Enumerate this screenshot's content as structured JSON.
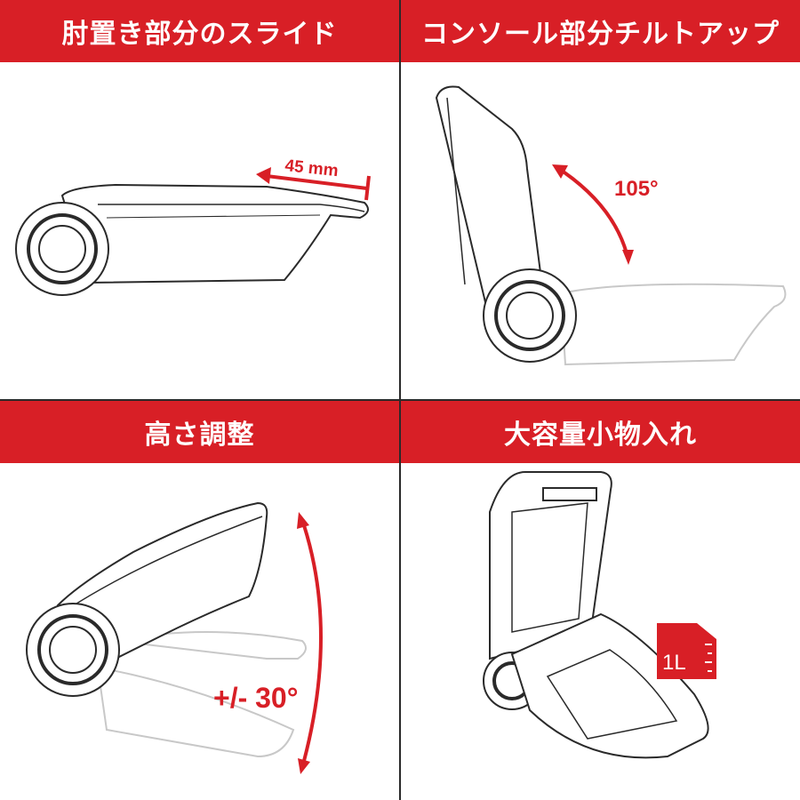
{
  "colors": {
    "accent": "#d81f26",
    "line": "#2a2a2a",
    "ghost": "#c8c8c8",
    "background": "#ffffff"
  },
  "panels": [
    {
      "title": "肘置き部分のスライド",
      "annotation": "45 mm"
    },
    {
      "title": "コンソール部分チルトアップ",
      "annotation": "105°"
    },
    {
      "title": "高さ調整",
      "annotation": "+/- 30°"
    },
    {
      "title": "大容量小物入れ",
      "annotation": "1L"
    }
  ]
}
